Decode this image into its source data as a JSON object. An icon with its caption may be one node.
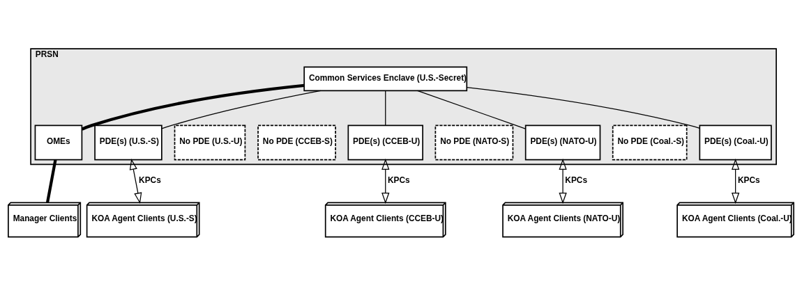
{
  "diagram": {
    "nodes": [
      {
        "text": [
          "PRSN"
        ]
      },
      {
        "text": [
          "Common Services Enclave (U.S.-Secret)"
        ],
        "in": 0
      },
      {
        "text": [
          "OMEs"
        ],
        "in": 0
      },
      {
        "text": [
          "PDE(s) (U.S.-S)"
        ],
        "in": 0
      },
      {
        "text": [
          "No PDE (U.S.-U)"
        ],
        "in": 0
      },
      {
        "text": [
          "No PDE (CCEB-S)"
        ],
        "in": 0
      },
      {
        "text": [
          "PDE(s) (CCEB-U)"
        ],
        "in": 0
      },
      {
        "text": [
          "No PDE (NATO-S)"
        ],
        "in": 0
      },
      {
        "text": [
          "PDE(s) (NATO-U)"
        ],
        "in": 0
      },
      {
        "text": [
          "No PDE (Coal.-S)"
        ],
        "in": 0
      },
      {
        "text": [
          "PDE(s) (Coal.-U)"
        ],
        "in": 0
      },
      {
        "text": [
          "Manager Clients"
        ]
      },
      {
        "text": [
          "KOA Agent Clients (U.S.-S)"
        ]
      },
      {
        "text": [
          "KOA Agent Clients (CCEB-U)"
        ]
      },
      {
        "text": [
          "KOA Agent Clients (NATO-U)"
        ]
      },
      {
        "text": [
          "KOA Agent Clients (Coal.-U)"
        ]
      }
    ],
    "edges": [
      {
        "from": 1,
        "to": 2,
        "arrow": "none",
        "style": "thick"
      },
      {
        "from": 1,
        "to": 3,
        "arrow": "none"
      },
      {
        "from": 1,
        "to": 6,
        "arrow": "none"
      },
      {
        "from": 1,
        "to": 8,
        "arrow": "none"
      },
      {
        "from": 1,
        "to": 10,
        "arrow": "none"
      },
      {
        "from": 2,
        "to": 11,
        "arrow": "none",
        "style": "thick"
      },
      {
        "from": 3,
        "to": 12,
        "arrow": "both",
        "label": "KPCs"
      },
      {
        "from": 6,
        "to": 13,
        "arrow": "both",
        "label": "KPCs"
      },
      {
        "from": 8,
        "to": 14,
        "arrow": "both",
        "label": "KPCs"
      },
      {
        "from": 10,
        "to": 15,
        "arrow": "both",
        "label": "KPCs"
      }
    ]
  }
}
